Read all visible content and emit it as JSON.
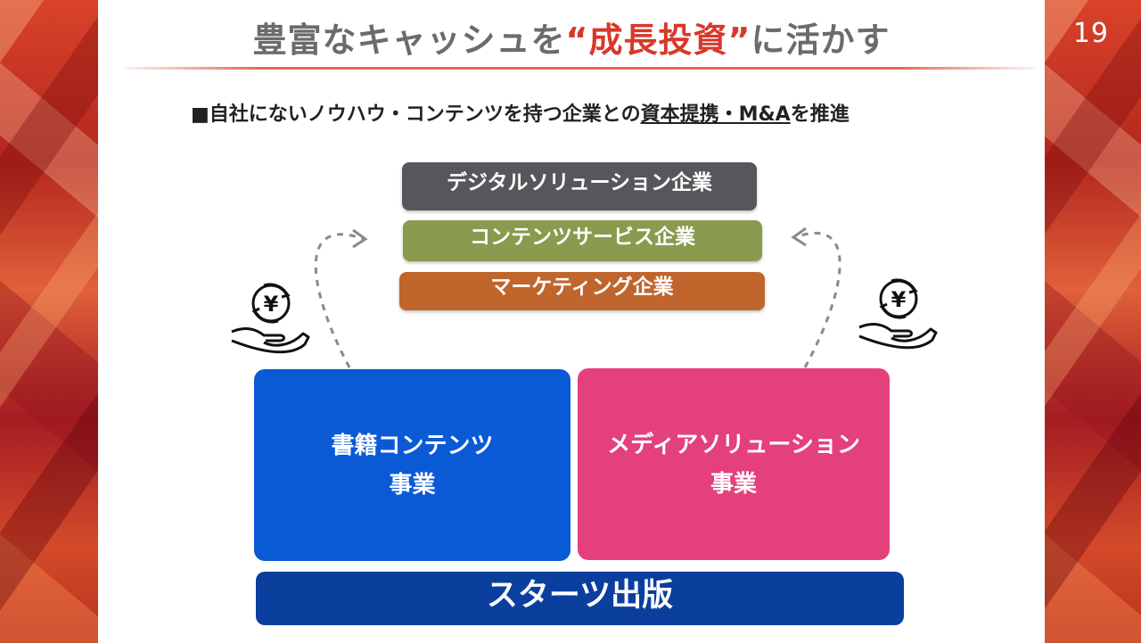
{
  "slide": {
    "page_number": "19",
    "title_prefix": "豊富なキャッシュを",
    "title_emphasis": "“成長投資”",
    "title_suffix": "に活かす",
    "subtitle_prefix": "■自社にないノウハウ・コンテンツを持つ企業との",
    "subtitle_underlined": "資本提携・M&A",
    "subtitle_suffix": "を推進"
  },
  "targets": [
    {
      "label": "デジタルソリューション企業",
      "color": "#58565a"
    },
    {
      "label": "コンテンツサービス企業",
      "color": "#8a9a4e"
    },
    {
      "label": "マーケティング企業",
      "color": "#c0652c"
    }
  ],
  "businesses": [
    {
      "line1": "書籍コンテンツ",
      "line2": "事業",
      "color": "#0a5ad6"
    },
    {
      "line1": "メディアソリューション",
      "line2": "事業",
      "color": "#e4407c"
    }
  ],
  "base": {
    "label": "スターツ出版",
    "color": "#0b3f9e"
  },
  "icons": {
    "left": "yen-hand-investment-icon",
    "right": "yen-hand-investment-icon"
  },
  "colors": {
    "accent": "#d8382a",
    "title": "#6b6b6b"
  }
}
